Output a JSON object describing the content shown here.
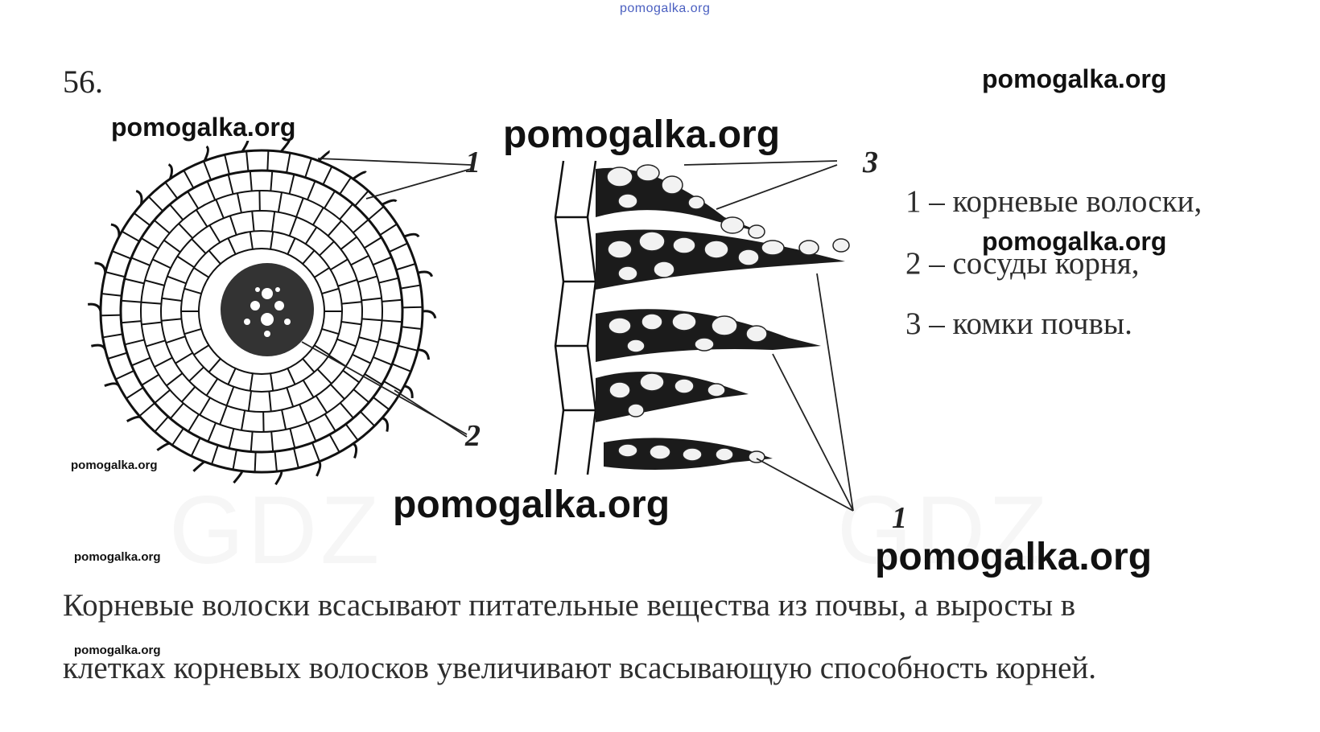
{
  "watermarks": {
    "top": "pomogalka.org",
    "w1": "pomogalka.org",
    "w2": "pomogalka.org",
    "w3": "pomogalka.org",
    "w4": "pomogalka.org",
    "w5": "pomogalka.org",
    "w6": "pomogalka.org",
    "w7": "pomogalka.org",
    "w8": "pomogalka.org",
    "w9": "pomogalka.org"
  },
  "task_number": "56.",
  "figure_labels": {
    "left_1": "1",
    "left_2": "2",
    "right_3": "3",
    "right_1": "1"
  },
  "legend": {
    "item1": "1 – корневые волоски,",
    "item2": "2 – сосуды корня,",
    "item3": "3 – комки почвы."
  },
  "answer": {
    "line1": "Корневые волоски всасывают питательные вещества из почвы, а выросты в",
    "line2": "клетках корневых волосков увеличивают всасывающую способность корней."
  }
}
